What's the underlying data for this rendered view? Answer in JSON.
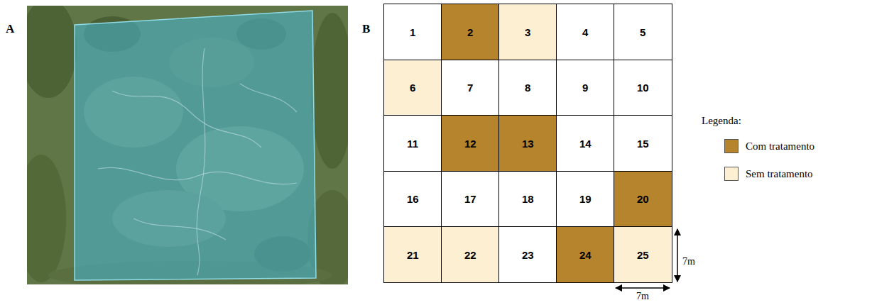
{
  "diagram": {
    "nodes": [
      {
        "text": [
          "1"
        ]
      },
      {
        "text": [
          "2"
        ]
      },
      {
        "text": [
          "3"
        ]
      },
      {
        "text": [
          "4"
        ]
      },
      {
        "text": [
          "5"
        ]
      },
      {
        "text": [
          "6"
        ]
      },
      {
        "text": [
          "7"
        ]
      },
      {
        "text": [
          "8"
        ]
      },
      {
        "text": [
          "9"
        ]
      },
      {
        "text": [
          "10"
        ]
      },
      {
        "text": [
          "11"
        ]
      },
      {
        "text": [
          "12"
        ]
      },
      {
        "text": [
          "13"
        ]
      },
      {
        "text": [
          "14"
        ]
      },
      {
        "text": [
          "15"
        ]
      },
      {
        "text": [
          "16"
        ]
      },
      {
        "text": [
          "17"
        ]
      },
      {
        "text": [
          "18"
        ]
      },
      {
        "text": [
          "19"
        ]
      },
      {
        "text": [
          "20"
        ]
      },
      {
        "text": [
          "21"
        ]
      },
      {
        "text": [
          "22"
        ]
      },
      {
        "text": [
          "23"
        ]
      },
      {
        "text": [
          "24"
        ]
      },
      {
        "text": [
          "25"
        ]
      }
    ],
    "labels": [
      "A",
      "B",
      "Legenda:",
      "7m",
      "7m"
    ],
    "legend": [
      {
        "text": "Com tratamento",
        "color": "#b5842c"
      },
      {
        "text": "Sem tratamento",
        "color": "#fcefd2"
      }
    ]
  }
}
